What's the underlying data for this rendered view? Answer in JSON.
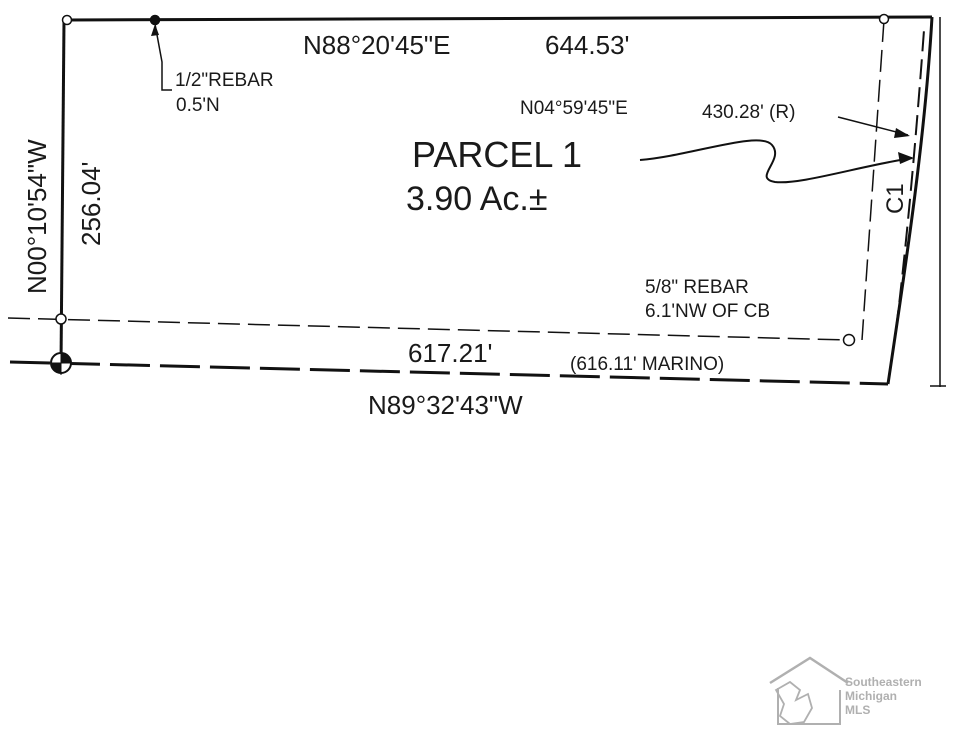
{
  "parcel": {
    "name": "PARCEL 1",
    "area": "3.90 Ac.±"
  },
  "bearings": {
    "north_line_bearing": "N88°20'45\"E",
    "north_line_distance": "644.53'",
    "west_line_bearing": "N00°10'54\"W",
    "west_line_distance": "256.04'",
    "east_curve_bearing": "N04°59'45\"E",
    "east_curve_distance": "430.28' (R)",
    "south_line_distance": "617.21'",
    "south_line_record": "(616.11' MARINO)",
    "south_line_bearing": "N89°32'43\"W",
    "curve_label": "C1"
  },
  "monuments": {
    "rebar_half_line1": "1/2\"REBAR",
    "rebar_half_line2": "0.5'N",
    "rebar_58_line1": "5/8\" REBAR",
    "rebar_58_line2": "6.1'NW OF CB"
  },
  "watermark": {
    "line1": "Southeastern",
    "line2": "Michigan",
    "line3": "MLS",
    "color": "#b0b0b0"
  }
}
